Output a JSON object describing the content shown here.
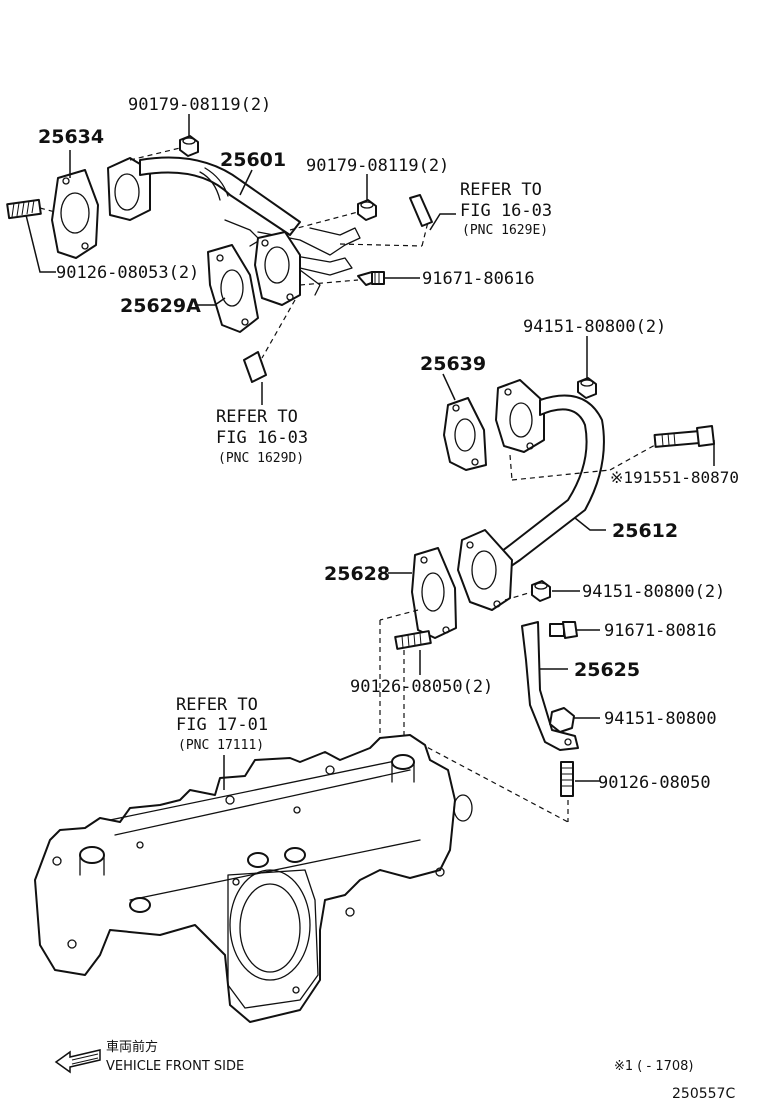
{
  "labels": {
    "nut_90179_top": "90179-08119(2)",
    "gasket_25634": "25634",
    "pipe_25601": "25601",
    "nut_90179_right": "90179-08119(2)",
    "refer_e_1": "REFER TO",
    "refer_e_2": "FIG 16-03",
    "refer_e_3": "(PNC 1629E)",
    "stud_90126_left": "90126-08053(2)",
    "bolt_91671_top": "91671-80616",
    "gasket_25629a": "25629A",
    "nut_94151_top": "94151-80800(2)",
    "gasket_25639": "25639",
    "refer_d_1": "REFER TO",
    "refer_d_2": "FIG 16-03",
    "refer_d_3": "(PNC 1629D)",
    "bolt_91551": "※191551-80870",
    "pipe_25612": "25612",
    "gasket_25628": "25628",
    "nut_94151_mid": "94151-80800(2)",
    "bolt_91671_mid": "91671-80816",
    "stud_90126_mid": "90126-08050(2)",
    "bracket_25625": "25625",
    "nut_94151_low": "94151-80800",
    "refer_f_1": "REFER TO",
    "refer_f_2": "FIG 17-01",
    "refer_f_3": "(PNC 17111)",
    "stud_90126_low": "90126-08050"
  },
  "footer": {
    "vehicle_jp": "車両前方",
    "vehicle_en": "VEHICLE FRONT SIDE",
    "footnote": "※1 (      - 1708)",
    "illustration_code": "250557C"
  }
}
